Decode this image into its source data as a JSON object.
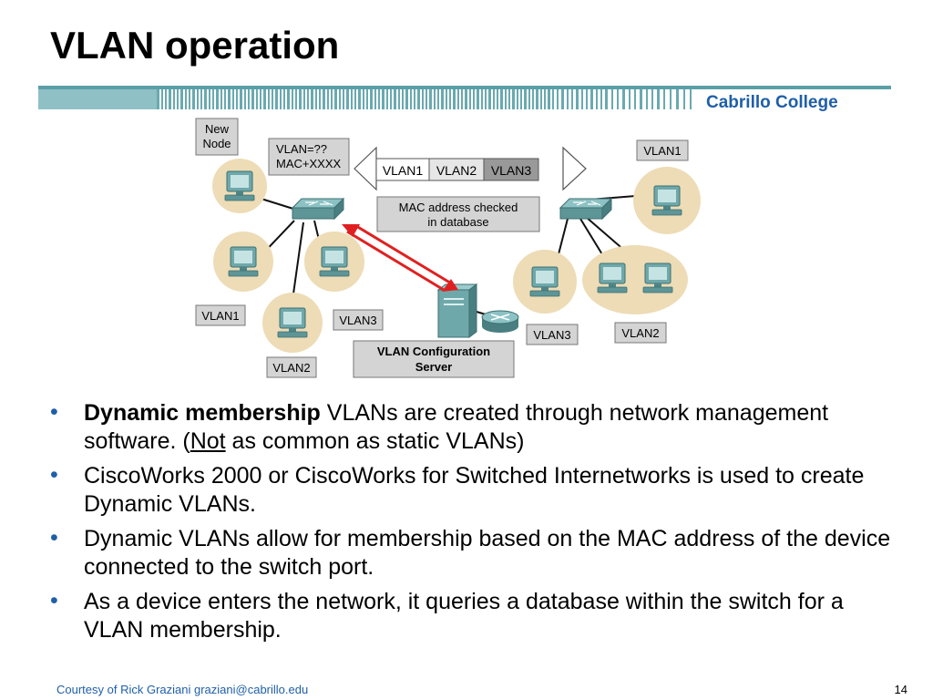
{
  "slide": {
    "title": "VLAN operation",
    "brand": "Cabrillo College",
    "footer_credit": "Courtesy of Rick Graziani  graziani@cabrillo.edu",
    "page_number": "14"
  },
  "diagram": {
    "new_node_line1": "New",
    "new_node_line2": "Node",
    "query_line1": "VLAN=??",
    "query_line2": "MAC+XXXX",
    "arrow_vlans": [
      "VLAN1",
      "VLAN2",
      "VLAN3"
    ],
    "mac_check_line1": "MAC address checked",
    "mac_check_line2": "in database",
    "server_line1": "VLAN Configuration",
    "server_line2": "Server",
    "left_labels": [
      "VLAN1",
      "VLAN3",
      "VLAN2"
    ],
    "right_labels": [
      "VLAN1",
      "VLAN3",
      "VLAN2"
    ]
  },
  "bullets": [
    {
      "bold": "Dynamic membership",
      "text_a": " VLANs are created through network management software.  (",
      "underline": "Not",
      "text_b": " as common as static VLANs)"
    },
    {
      "text": "CiscoWorks 2000 or CiscoWorks for Switched Internetworks is used to create Dynamic VLANs."
    },
    {
      "text": "Dynamic VLANs allow for membership based on the MAC address of the device connected to the switch port."
    },
    {
      "text": "As a device enters the network, it queries a database within the switch for a VLAN membership."
    }
  ],
  "colors": {
    "accent": "#1f5fa8",
    "band": "#5a9fa8",
    "label_fill": "#d4d4d4",
    "node_halo": "#eddcb6",
    "device_teal": "#6fa8aa",
    "query_arrow": "#e02020"
  }
}
